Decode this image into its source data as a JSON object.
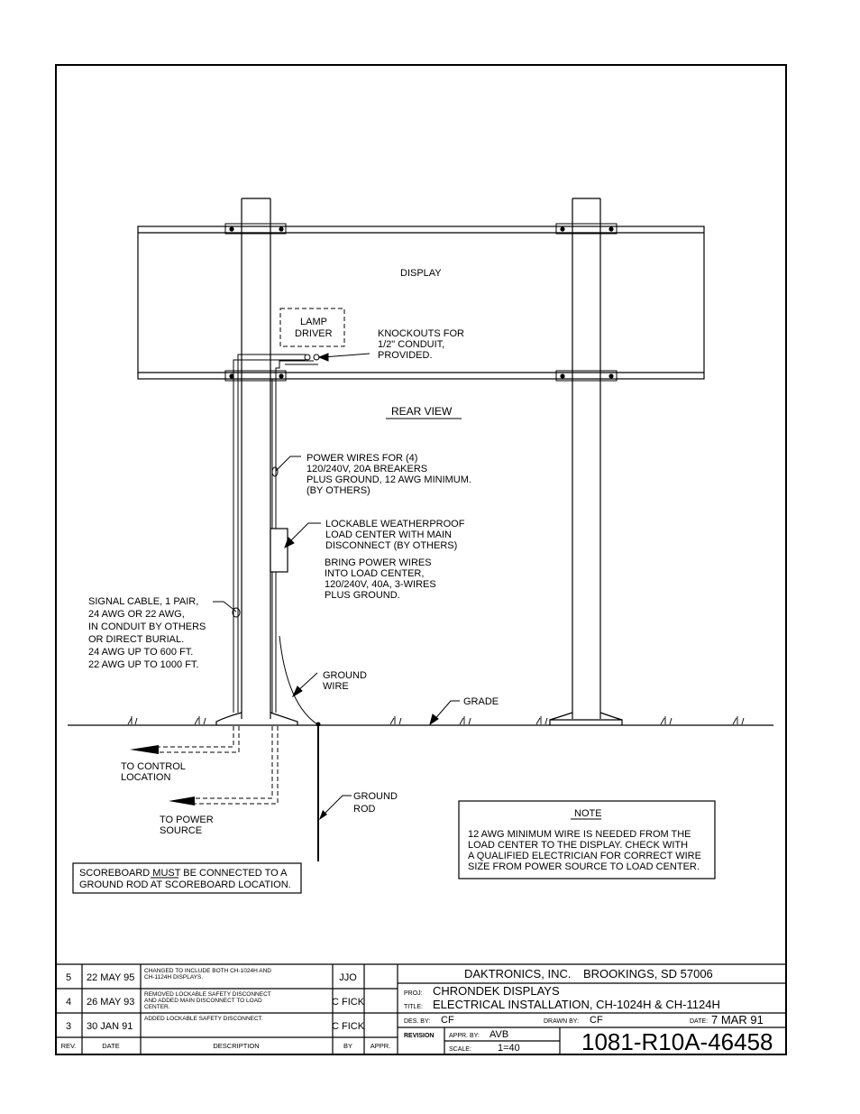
{
  "drawing": {
    "display_label": "DISPLAY",
    "lamp_driver": [
      "LAMP",
      "DRIVER"
    ],
    "knockouts": [
      "KNOCKOUTS FOR",
      "1/2\" CONDUIT,",
      "PROVIDED."
    ],
    "view_title": "REAR VIEW",
    "power_wires": [
      "POWER WIRES FOR (4)",
      "120/240V, 20A BREAKERS",
      "PLUS GROUND, 12 AWG MINIMUM.",
      "(BY OTHERS)"
    ],
    "load_center": [
      "LOCKABLE WEATHERPROOF",
      "LOAD CENTER WITH MAIN",
      "DISCONNECT (BY OTHERS)"
    ],
    "bring_power": [
      "BRING POWER WIRES",
      "INTO LOAD CENTER,",
      "120/240V, 40A, 3-WIRES",
      "PLUS GROUND."
    ],
    "signal_cable": [
      "SIGNAL CABLE, 1 PAIR,",
      "24 AWG OR 22 AWG,",
      "IN CONDUIT BY OTHERS",
      "OR DIRECT BURIAL.",
      "24 AWG UP TO 600 FT.",
      "22 AWG UP TO 1000 FT."
    ],
    "ground_wire": [
      "GROUND",
      "WIRE"
    ],
    "grade": "GRADE",
    "to_control": [
      "TO CONTROL",
      "LOCATION"
    ],
    "to_power": [
      "TO POWER",
      "SOURCE"
    ],
    "ground_rod": [
      "GROUND",
      "ROD"
    ],
    "note_title": "NOTE",
    "note_lines": [
      "12 AWG MINIMUM WIRE IS NEEDED FROM THE",
      "LOAD CENTER TO THE DISPLAY.  CHECK WITH",
      "A QUALIFIED ELECTRICIAN FOR CORRECT WIRE",
      "SIZE FROM POWER SOURCE TO LOAD CENTER."
    ],
    "scoreboard_note": [
      "SCOREBOARD MUST BE CONNECTED TO A",
      "GROUND ROD AT SCOREBOARD LOCATION."
    ]
  },
  "revisions": {
    "headers": {
      "rev": "REV.",
      "date": "DATE",
      "description": "DESCRIPTION",
      "by": "BY",
      "appr": "APPR."
    },
    "rows": [
      {
        "rev": "5",
        "date": "22 MAY 95",
        "description": [
          "CHANGED TO INCLUDE BOTH CH-1024H AND",
          "CH-1124H DISPLAYS."
        ],
        "by": "JJO",
        "appr": ""
      },
      {
        "rev": "4",
        "date": "26 MAY 93",
        "description": [
          "REMOVED LOCKABLE SAFETY DISCONNECT",
          "AND ADDED MAIN DISCONNECT TO LOAD",
          "CENTER."
        ],
        "by": "C FICK",
        "appr": ""
      },
      {
        "rev": "3",
        "date": "30 JAN 91",
        "description": [
          "ADDED LOCKABLE SAFETY DISCONNECT."
        ],
        "by": "C FICK",
        "appr": ""
      }
    ]
  },
  "title_block": {
    "company": "DAKTRONICS, INC.",
    "city": "BROOKINGS, SD 57006",
    "proj_label": "PROJ:",
    "proj_value": "CHRONDEK DISPLAYS",
    "title_label": "TITLE:",
    "title_value": "ELECTRICAL INSTALLATION, CH-1024H & CH-1124H",
    "des_label": "DES. BY:",
    "des_value": "CF",
    "drawn_label": "DRAWN BY:",
    "drawn_value": "CF",
    "date_label": "DATE:",
    "date_value": "7 MAR 91",
    "revision_label": "REVISION",
    "appr_label": "APPR. BY:",
    "appr_value": "AVB",
    "scale_label": "SCALE:",
    "scale_value": "1=40",
    "drawing_number": "1081-R10A-46458"
  }
}
